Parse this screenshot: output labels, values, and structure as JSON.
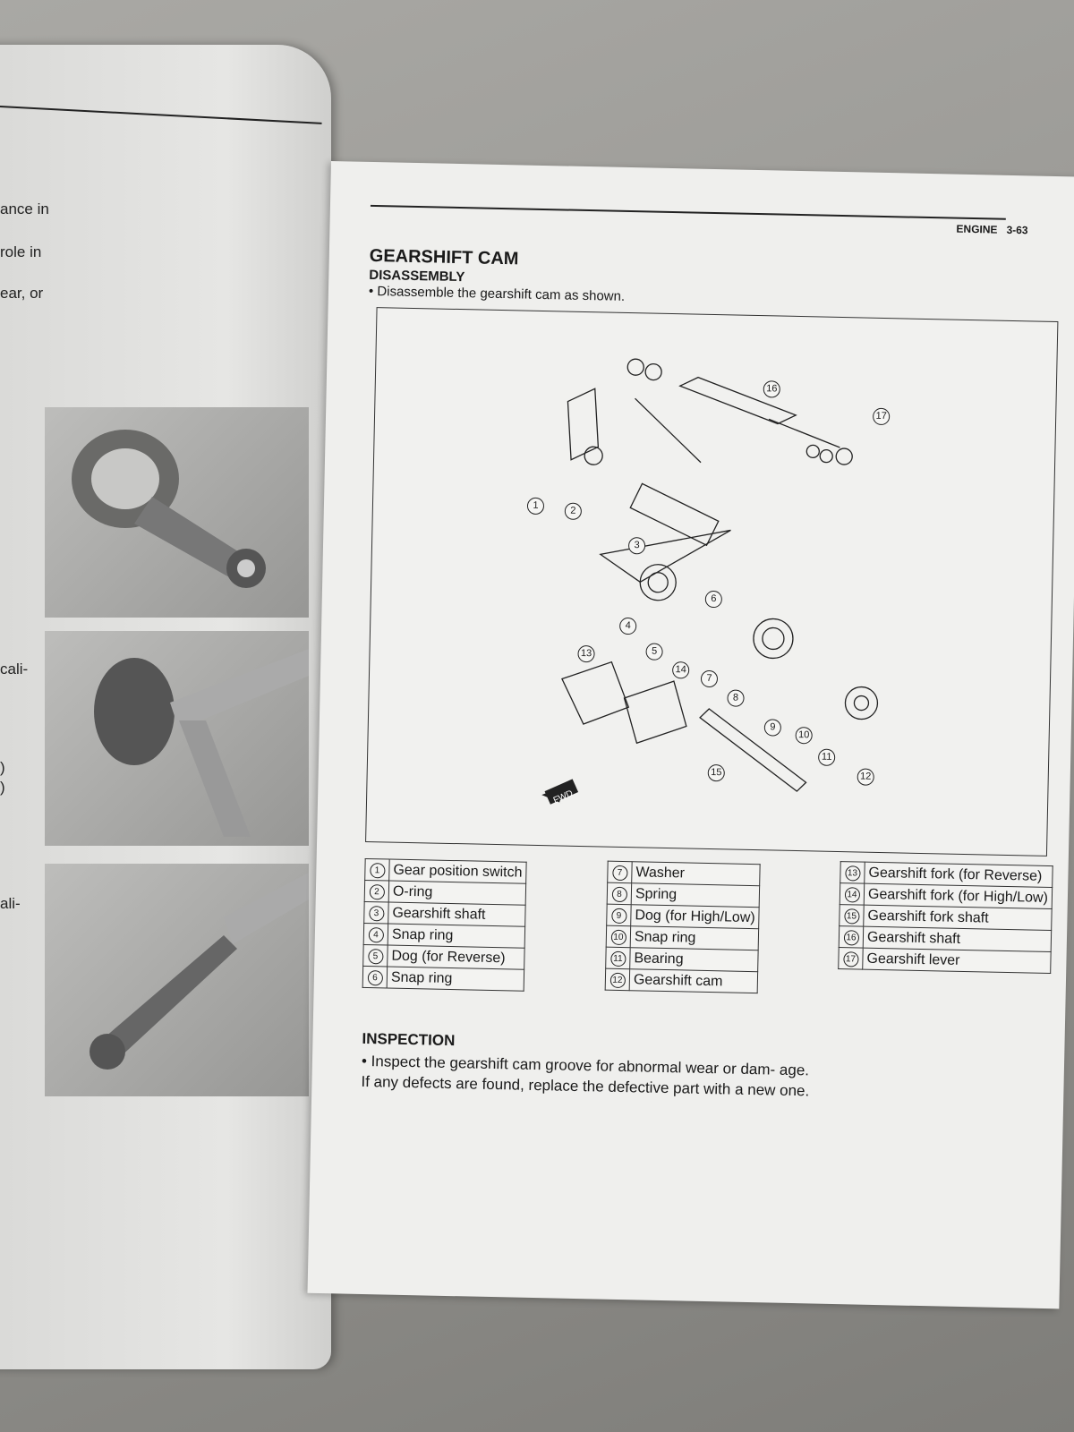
{
  "left_page": {
    "fragments": [
      "ance in",
      "role in",
      "ear, or",
      "cali-",
      ")",
      ")",
      "ali-"
    ]
  },
  "right_page": {
    "header": {
      "section": "ENGINE",
      "page": "3-63"
    },
    "title": "GEARSHIFT CAM",
    "disassembly": {
      "heading": "DISASSEMBLY",
      "bullet": "Disassemble the gearshift cam as shown."
    },
    "diagram": {
      "fwd_label": "FWD",
      "callouts": [
        "1",
        "2",
        "3",
        "4",
        "5",
        "6",
        "7",
        "8",
        "9",
        "10",
        "11",
        "12",
        "13",
        "14",
        "15",
        "16",
        "17"
      ]
    },
    "parts_table": [
      [
        {
          "num": "1",
          "name": "Gear position switch"
        },
        {
          "num": "2",
          "name": "O-ring"
        },
        {
          "num": "3",
          "name": "Gearshift shaft"
        },
        {
          "num": "4",
          "name": "Snap ring"
        },
        {
          "num": "5",
          "name": "Dog (for Reverse)"
        },
        {
          "num": "6",
          "name": "Snap ring"
        }
      ],
      [
        {
          "num": "7",
          "name": "Washer"
        },
        {
          "num": "8",
          "name": "Spring"
        },
        {
          "num": "9",
          "name": "Dog (for High/Low)"
        },
        {
          "num": "10",
          "name": "Snap ring"
        },
        {
          "num": "11",
          "name": "Bearing"
        },
        {
          "num": "12",
          "name": "Gearshift cam"
        }
      ],
      [
        {
          "num": "13",
          "name": "Gearshift fork (for Reverse)"
        },
        {
          "num": "14",
          "name": "Gearshift fork (for High/Low)"
        },
        {
          "num": "15",
          "name": "Gearshift fork shaft"
        },
        {
          "num": "16",
          "name": "Gearshift shaft"
        },
        {
          "num": "17",
          "name": "Gearshift lever"
        }
      ]
    ],
    "inspection": {
      "heading": "INSPECTION",
      "bullet": "Inspect the gearshift cam groove for abnormal wear or dam- age. If any defects are found, replace the defective part with a new one."
    }
  }
}
